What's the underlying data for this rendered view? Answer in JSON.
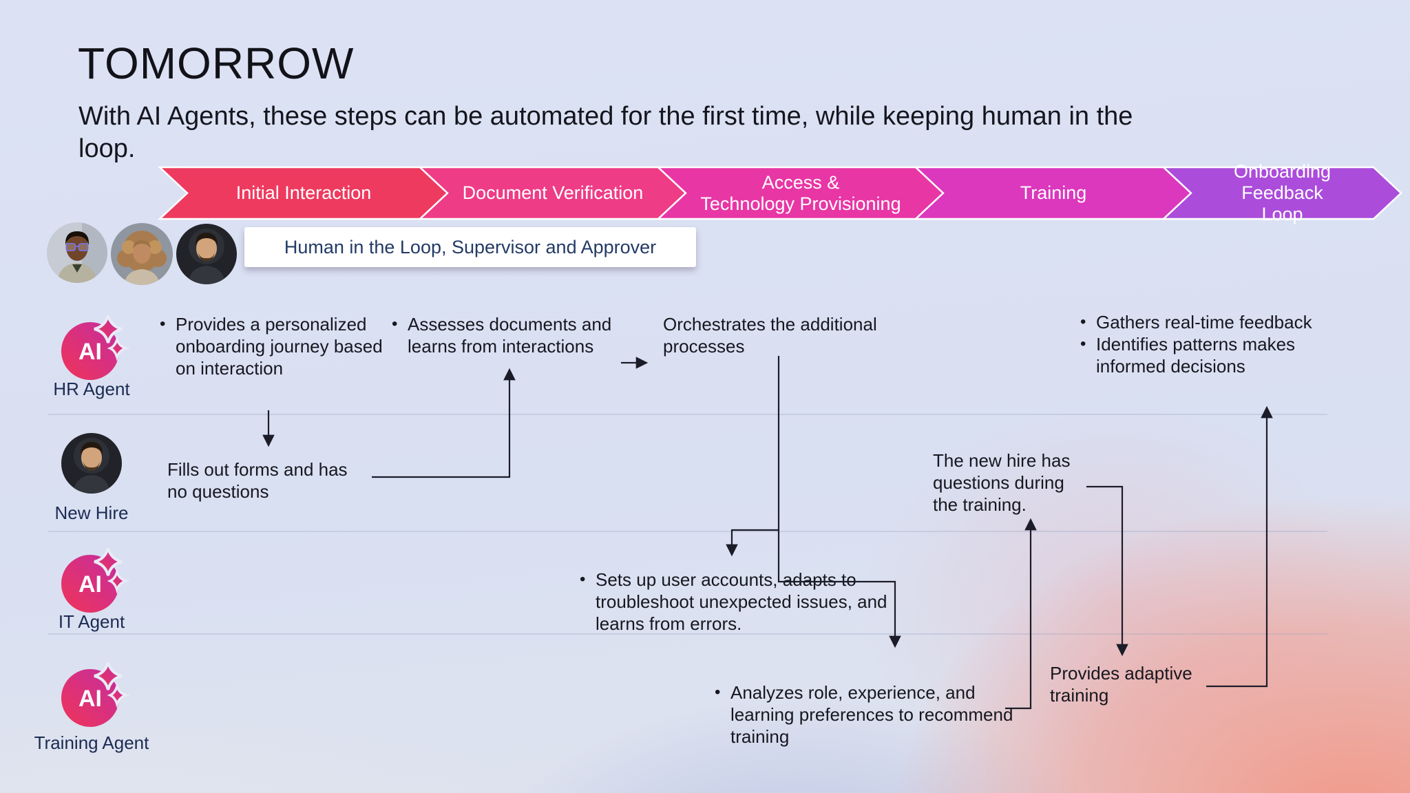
{
  "header": {
    "title": "TOMORROW",
    "subtitle_lines": [
      "With AI Agents, these steps can be automated for the first time, while keeping human in the",
      "loop."
    ]
  },
  "banner": {
    "stages": [
      {
        "lines": [
          "Initial Interaction"
        ],
        "color": "#ee3a5f"
      },
      {
        "lines": [
          "Document Verification"
        ],
        "color": "#ee3c86"
      },
      {
        "lines": [
          "Access &",
          "Technology Provisioning"
        ],
        "color": "#e836a5"
      },
      {
        "lines": [
          "Training"
        ],
        "color": "#db38bd"
      },
      {
        "lines": [
          "Onboarding Feedback",
          "Loop"
        ],
        "color": "#ab4cdb"
      }
    ]
  },
  "hitl": {
    "label": "Human in the Loop, Supervisor and Approver"
  },
  "lanes": {
    "hr": {
      "label": "HR Agent",
      "badge": "AI"
    },
    "new_hire": {
      "label": "New Hire"
    },
    "it": {
      "label": "IT Agent",
      "badge": "AI"
    },
    "training": {
      "label": "Training Agent",
      "badge": "AI"
    }
  },
  "notes": {
    "hr_personalized": {
      "lines": [
        "Provides a personalized",
        "onboarding journey based",
        "on interaction"
      ]
    },
    "hr_assesses": {
      "lines": [
        "Assesses documents and",
        "learns from interactions"
      ]
    },
    "orchestrates": {
      "lines": [
        "Orchestrates the additional",
        "processes"
      ]
    },
    "feedback_gathers": {
      "lines": [
        "Gathers real-time feedback"
      ]
    },
    "feedback_identifies": {
      "lines": [
        "Identifies patterns makes",
        "informed decisions"
      ]
    },
    "fills_forms": {
      "lines": [
        "Fills out forms and has",
        "no questions"
      ]
    },
    "it_setup": {
      "lines": [
        "Sets up user accounts, adapts to",
        "troubleshoot unexpected  issues, and",
        "learns from errors."
      ]
    },
    "training_analyzes": {
      "lines": [
        "Analyzes role, experience, and",
        "learning preferences to recommend",
        "training"
      ]
    },
    "new_hire_questions": {
      "lines": [
        "The new hire has",
        "questions during",
        "the training."
      ]
    },
    "adaptive_training": {
      "lines": [
        "Provides adaptive",
        "training"
      ]
    }
  },
  "colors": {
    "ai_badge_start": "#c42da0",
    "ai_badge_end": "#f03458",
    "connector": "#1c1c28"
  }
}
